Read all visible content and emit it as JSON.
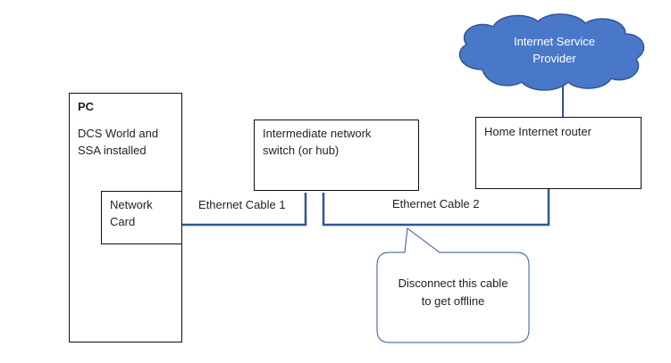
{
  "isp": {
    "line1": "Internet Service",
    "line2": "Provider"
  },
  "pc": {
    "title": "PC",
    "line1": "DCS World and",
    "line2": "SSA installed"
  },
  "network_card": {
    "line1": "Network",
    "line2": "Card"
  },
  "switch": {
    "line1": "Intermediate network",
    "line2": "switch (or hub)"
  },
  "router": {
    "label": "Home Internet router"
  },
  "cables": {
    "cable1": "Ethernet Cable 1",
    "cable2": "Ethernet Cable 2"
  },
  "callout": {
    "line1": "Disconnect this cable",
    "line2": "to get offline"
  },
  "colors": {
    "cloud_fill": "#4a78c8",
    "cloud_stroke": "#2f5597",
    "cable": "#2f5597",
    "callout_stroke": "#2f5597"
  }
}
